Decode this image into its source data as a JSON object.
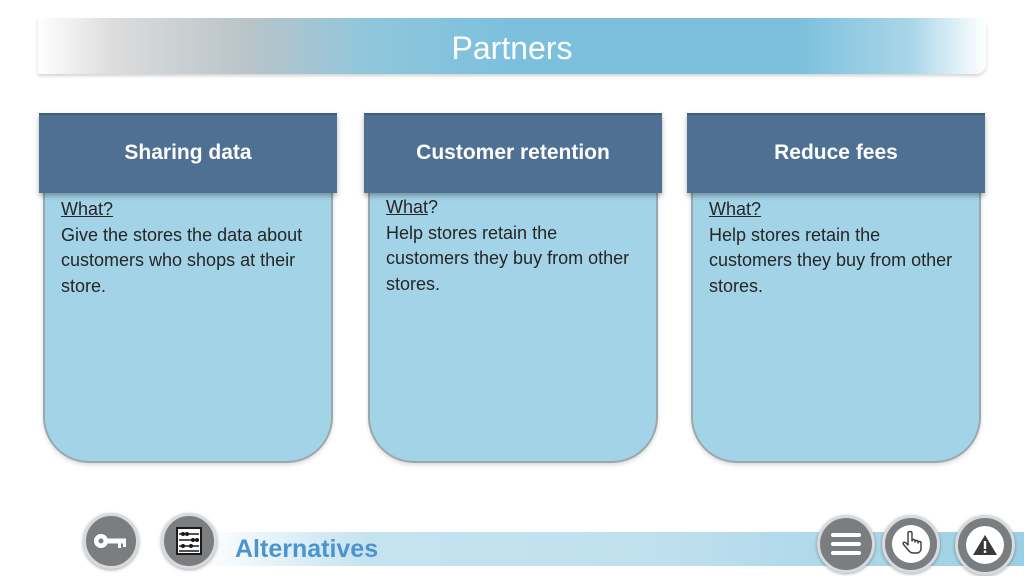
{
  "header": {
    "title": "Partners"
  },
  "cards": [
    {
      "title": "Sharing data",
      "question": "What?",
      "question_tail": "",
      "body": "Give the stores the data about customers who shops at their store."
    },
    {
      "title": "Customer retention",
      "question": "What",
      "question_tail": "?",
      "body": "Help stores retain the customers they buy from other stores."
    },
    {
      "title": "Reduce fees",
      "question": "What?",
      "question_tail": "",
      "body": "Help stores retain the customers they buy from other stores."
    }
  ],
  "footer": {
    "label": "Alternatives",
    "icons": [
      "key-icon",
      "abacus-icon",
      "menu-icon",
      "hand-pointer-icon",
      "warning-icon"
    ]
  },
  "colors": {
    "header_blue": "#4e7193",
    "card_body": "#a3d3e7",
    "footer_text": "#4a94d0",
    "button_gray": "#7a7e80"
  }
}
